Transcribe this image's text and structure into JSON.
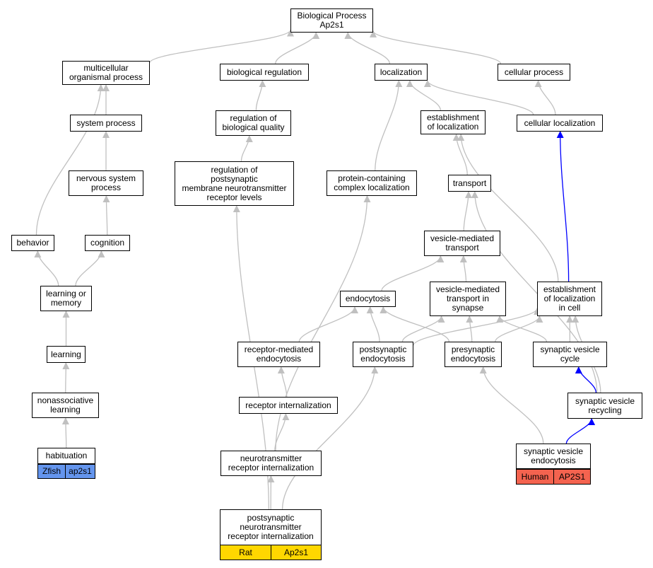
{
  "nodes": {
    "root": "Biological Process\nAp2s1",
    "multicellular": "multicellular\norganismal process",
    "bio_reg": "biological regulation",
    "localization": "localization",
    "cell_proc": "cellular process",
    "system_proc": "system process",
    "reg_bio_quality": "regulation of\nbiological quality",
    "establishment": "establishment\nof localization",
    "cell_loc": "cellular localization",
    "nervous": "nervous system\nprocess",
    "reg_postsyn": "regulation of\npostsynaptic\nmembrane neurotransmitter\nreceptor levels",
    "protein_complex": "protein-containing\ncomplex localization",
    "transport": "transport",
    "behavior": "behavior",
    "cognition": "cognition",
    "vesicle_transport": "vesicle-mediated\ntransport",
    "learning_memory": "learning or\nmemory",
    "endocytosis": "endocytosis",
    "vesicle_synapse": "vesicle-mediated\ntransport in\nsynapse",
    "estab_in_cell": "establishment\nof localization\nin cell",
    "learning": "learning",
    "receptor_endo": "receptor-mediated\nendocytosis",
    "postsyn_endo": "postsynaptic\nendocytosis",
    "presyn_endo": "presynaptic\nendocytosis",
    "syn_cycle": "synaptic vesicle\ncycle",
    "nonassoc": "nonassociative\nlearning",
    "receptor_intern": "receptor internalization",
    "syn_recycling": "synaptic vesicle\nrecycling",
    "habituation": "habituation",
    "syn_endo": "synaptic vesicle\nendocytosis",
    "nt_intern": "neurotransmitter\nreceptor internalization",
    "postsyn_nt_intern": "postsynaptic\nneurotransmitter\nreceptor internalization"
  },
  "annotations": {
    "habituation": {
      "species": "Zfish",
      "gene": "ap2s1",
      "color": "#6495ed"
    },
    "syn_endo": {
      "species": "Human",
      "gene": "AP2S1",
      "color": "#f4634f"
    },
    "postsyn_nt_intern": {
      "species": "Rat",
      "gene": "Ap2s1",
      "color": "#ffd700"
    }
  },
  "edges": [
    {
      "from": "multicellular",
      "to": "root"
    },
    {
      "from": "bio_reg",
      "to": "root"
    },
    {
      "from": "localization",
      "to": "root"
    },
    {
      "from": "cell_proc",
      "to": "root"
    },
    {
      "from": "system_proc",
      "to": "multicellular"
    },
    {
      "from": "behavior",
      "to": "multicellular"
    },
    {
      "from": "nervous",
      "to": "system_proc"
    },
    {
      "from": "cognition",
      "to": "nervous"
    },
    {
      "from": "reg_bio_quality",
      "to": "bio_reg"
    },
    {
      "from": "reg_postsyn",
      "to": "reg_bio_quality"
    },
    {
      "from": "establishment",
      "to": "localization"
    },
    {
      "from": "protein_complex",
      "to": "localization"
    },
    {
      "from": "cell_loc",
      "to": "localization"
    },
    {
      "from": "cell_loc",
      "to": "cell_proc"
    },
    {
      "from": "transport",
      "to": "establishment"
    },
    {
      "from": "estab_in_cell",
      "to": "establishment"
    },
    {
      "from": "estab_in_cell",
      "to": "cell_loc",
      "highlight": true
    },
    {
      "from": "vesicle_transport",
      "to": "transport"
    },
    {
      "from": "syn_recycling",
      "to": "transport"
    },
    {
      "from": "endocytosis",
      "to": "vesicle_transport"
    },
    {
      "from": "vesicle_synapse",
      "to": "vesicle_transport"
    },
    {
      "from": "learning_memory",
      "to": "behavior"
    },
    {
      "from": "learning_memory",
      "to": "cognition"
    },
    {
      "from": "learning",
      "to": "learning_memory"
    },
    {
      "from": "nonassoc",
      "to": "learning"
    },
    {
      "from": "habituation",
      "to": "nonassoc"
    },
    {
      "from": "receptor_endo",
      "to": "endocytosis"
    },
    {
      "from": "postsyn_endo",
      "to": "endocytosis"
    },
    {
      "from": "presyn_endo",
      "to": "endocytosis"
    },
    {
      "from": "postsyn_endo",
      "to": "vesicle_synapse"
    },
    {
      "from": "presyn_endo",
      "to": "vesicle_synapse"
    },
    {
      "from": "postsyn_endo",
      "to": "estab_in_cell"
    },
    {
      "from": "presyn_endo",
      "to": "estab_in_cell"
    },
    {
      "from": "syn_cycle",
      "to": "vesicle_synapse"
    },
    {
      "from": "syn_cycle",
      "to": "estab_in_cell"
    },
    {
      "from": "syn_recycling",
      "to": "estab_in_cell"
    },
    {
      "from": "syn_recycling",
      "to": "syn_cycle",
      "highlight": true
    },
    {
      "from": "syn_endo",
      "to": "syn_recycling",
      "highlight": true
    },
    {
      "from": "syn_endo",
      "to": "presyn_endo"
    },
    {
      "from": "receptor_intern",
      "to": "receptor_endo"
    },
    {
      "from": "nt_intern",
      "to": "receptor_intern"
    },
    {
      "from": "nt_intern",
      "to": "protein_complex"
    },
    {
      "from": "postsyn_nt_intern",
      "to": "nt_intern"
    },
    {
      "from": "postsyn_nt_intern",
      "to": "reg_postsyn"
    },
    {
      "from": "postsyn_nt_intern",
      "to": "postsyn_endo"
    }
  ],
  "colors": {
    "edge": "#c0c0c0",
    "highlight_edge": "#0000ff",
    "node_border": "#000000"
  }
}
